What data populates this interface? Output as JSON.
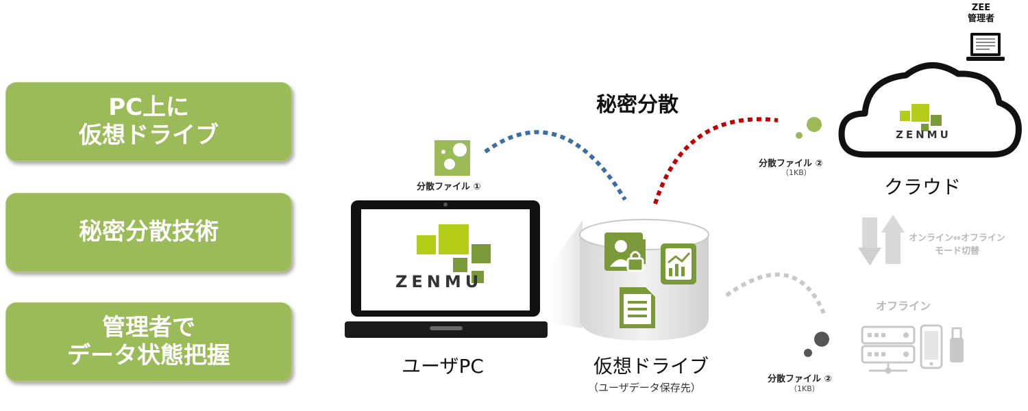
{
  "features": [
    {
      "line1": "PC上に",
      "line2": "仮想ドライブ"
    },
    {
      "line1": "秘密分散技術",
      "line2": ""
    },
    {
      "line1": "管理者で",
      "line2": "データ状態把握"
    }
  ],
  "diagram": {
    "secret_sharing_label": "秘密分散",
    "user_pc_label": "ユーザPC",
    "virtual_drive_label": "仮想ドライブ",
    "virtual_drive_sublabel": "（ユーザデータ保存先）",
    "share1_label": "分散ファイル ①",
    "share2_cloud_label": "分散ファイル ②",
    "share2_cloud_size": "（1KB）",
    "share2_offline_label": "分散ファイル ②",
    "share2_offline_size": "（1KB）",
    "cloud_label": "クラウド",
    "admin_label_line1": "ZEE",
    "admin_label_line2": "管理者",
    "mode_switch_line1": "オンライン⇔オフライン",
    "mode_switch_line2": "モード切替",
    "offline_label": "オフライン",
    "logo_text": "ZENMU"
  },
  "colors": {
    "feature_green": "#9bbb59",
    "logo_lime": "#b5cc18",
    "logo_olive": "#7a9a3a",
    "blue_dots": "#3a6ea5",
    "red_dots": "#c00000",
    "grey_dots": "#c8c8c8"
  }
}
